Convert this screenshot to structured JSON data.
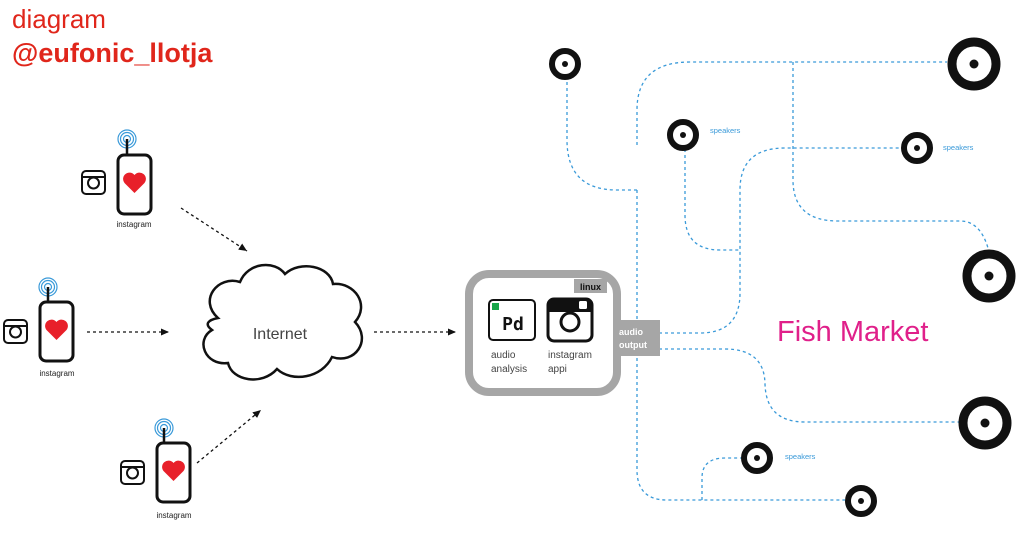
{
  "header": {
    "line1": "diagram",
    "line2": "@eufonic_llotja"
  },
  "phone_label": "instagram",
  "cloud_label": "Internet",
  "server": {
    "os_tab": "linux",
    "pd_icon_text": "Pd",
    "app1_label_l1": "audio",
    "app1_label_l2": "analysis",
    "app2_label_l1": "instagram",
    "app2_label_l2": "appi",
    "output_l1": "audio",
    "output_l2": "output"
  },
  "speakers_label": "speakers",
  "venue_label": "Fish Market",
  "colors": {
    "header_red": "#e0261b",
    "heart_red": "#e8202a",
    "wire_blue": "#3a9ad9",
    "venue_magenta": "#e0208a",
    "server_gray": "#a6a6a6"
  },
  "icons": {
    "phone": "phone-heart-icon",
    "instagram": "instagram-icon",
    "speaker": "speaker-icon",
    "cloud": "cloud-icon"
  }
}
